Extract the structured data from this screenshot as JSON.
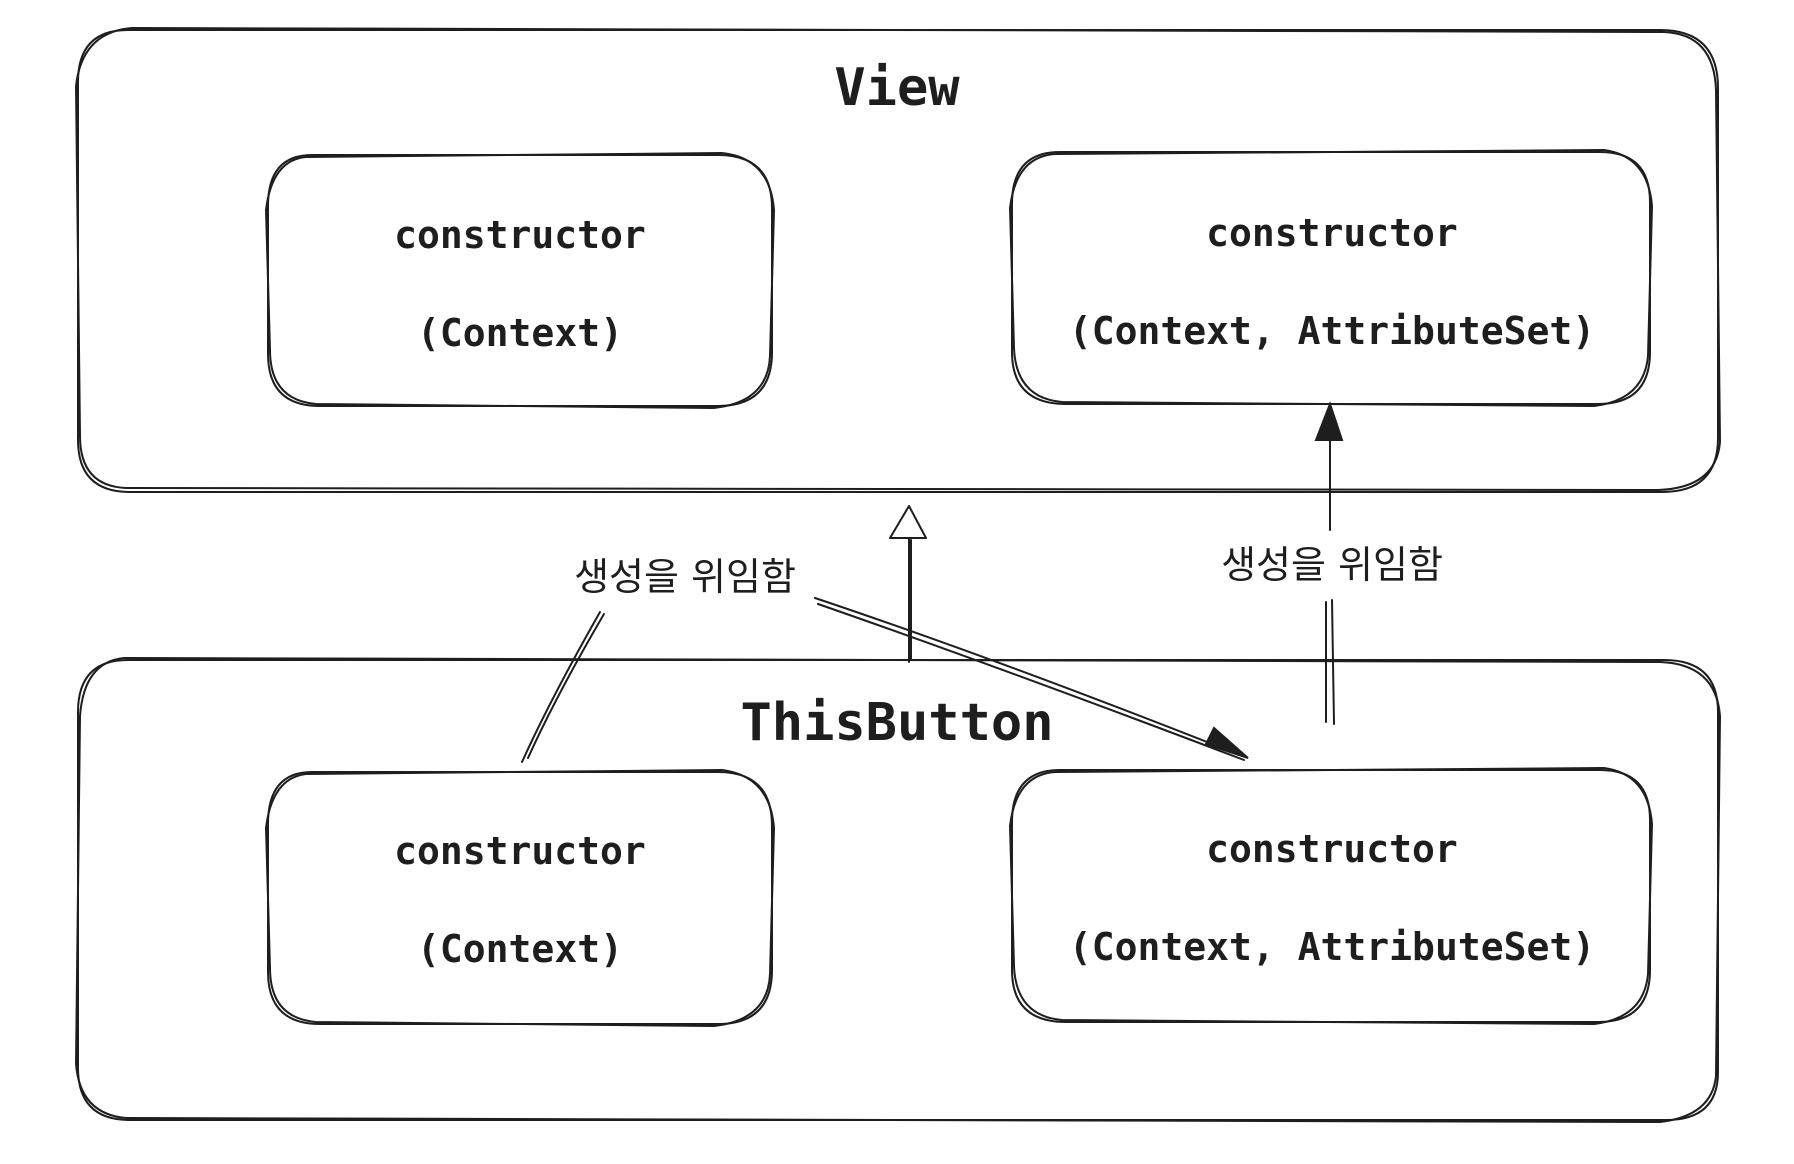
{
  "diagram": {
    "parent_class": {
      "title": "View",
      "constructors": [
        {
          "name": "constructor",
          "params": "(Context)"
        },
        {
          "name": "constructor",
          "params": "(Context, AttributeSet)"
        }
      ]
    },
    "child_class": {
      "title": "ThisButton",
      "constructors": [
        {
          "name": "constructor",
          "params": "(Context)"
        },
        {
          "name": "constructor",
          "params": "(Context, AttributeSet)"
        }
      ]
    },
    "annotations": {
      "left_label": "생성을 위임함",
      "right_label": "생성을 위임함"
    }
  },
  "colors": {
    "stroke": "#1e1e1e",
    "background": "#ffffff"
  }
}
